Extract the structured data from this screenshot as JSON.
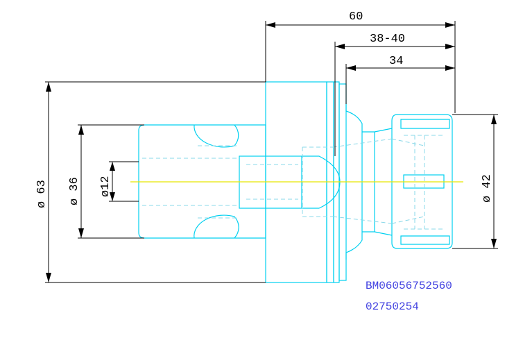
{
  "dimensions": {
    "overall_length": "60",
    "collet_depth": "38-40",
    "nose_length": "34",
    "flange_diameter": "ø 63",
    "shank_diameter": "ø 36",
    "bore_diameter": "ø12",
    "nut_diameter": "ø 42"
  },
  "part_codes": {
    "order_number": "BM06056752560",
    "item_number": "02750254"
  },
  "colors": {
    "outline": "#00d0f0",
    "centerline": "#e8e800",
    "dimension": "#000000",
    "part_code": "#4040e0"
  }
}
